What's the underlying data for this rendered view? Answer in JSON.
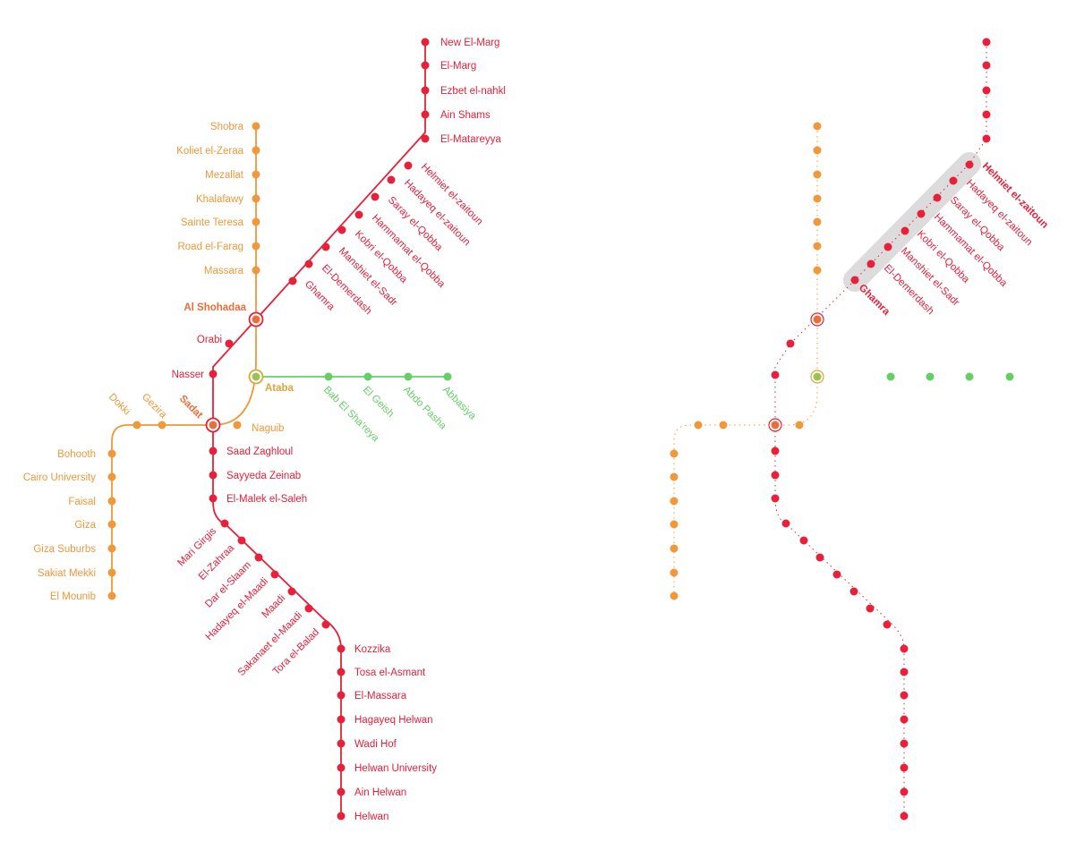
{
  "colors": {
    "red_line": "#e8203a",
    "orange_line": "#f0983a",
    "green_line": "#65cf65",
    "interchange_fill": "#ee6d36",
    "highlight_band": "#dcdcdc"
  },
  "left_map": {
    "red_line": {
      "stations": [
        "New El-Marg",
        "El-Marg",
        "Ezbet el-nahkl",
        "Ain Shams",
        "El-Matareyya",
        "Helmiet el-zaitoun",
        "Hadayeq el-zaitoun",
        "Saray el-Qobba",
        "Hammamat el-Qobba",
        "Kobri el-Qobba",
        "Manshiet el-Sadr",
        "El-Demerdash",
        "Ghamra",
        "Al Shohadaa",
        "Orabi",
        "Nasser",
        "Sadat",
        "Saad Zaghloul",
        "Sayyeda Zeinab",
        "El-Malek el-Saleh",
        "Mari Girgis",
        "El-Zahraa",
        "Dar el-Slaam",
        "Hadayeq el-Maadi",
        "Maadi",
        "Sakanaet el-Maadi",
        "Tora el-Balad",
        "Kozzika",
        "Tosa el-Asmant",
        "El-Massara",
        "Hagayeq Helwan",
        "Wadi Hof",
        "Helwan University",
        "Ain Helwan",
        "Helwan"
      ]
    },
    "orange_line": {
      "stations": [
        "Shobra",
        "Koliet el-Zeraa",
        "Mezallat",
        "Khalafawy",
        "Sainte Teresa",
        "Road el-Farag",
        "Massara",
        "Al Shohadaa",
        "Ataba",
        "Naguib",
        "Sadat",
        "Gezira",
        "Dokki",
        "Bohooth",
        "Cairo University",
        "Faisal",
        "Giza",
        "Giza Suburbs",
        "Sakiat Mekki",
        "El Mounib"
      ]
    },
    "green_line": {
      "stations": [
        "Ataba",
        "Bab El Sha'reya",
        "El Geish",
        "Abdo Pasha",
        "Abbasiya"
      ]
    },
    "interchanges": [
      "Al Shohadaa",
      "Sadat",
      "Ataba"
    ]
  },
  "right_map": {
    "highlighted_stations": [
      "Helmiet el-zaitoun",
      "Hadayeq el-zaitoun",
      "Saray el-Qobba",
      "Hammamat el-Qobba",
      "Kobri el-Qobba",
      "Manshiet el-Sadr",
      "El-Demerdash",
      "Ghamra"
    ],
    "highlight_start": "Helmiet el-zaitoun",
    "highlight_end": "Ghamra"
  }
}
